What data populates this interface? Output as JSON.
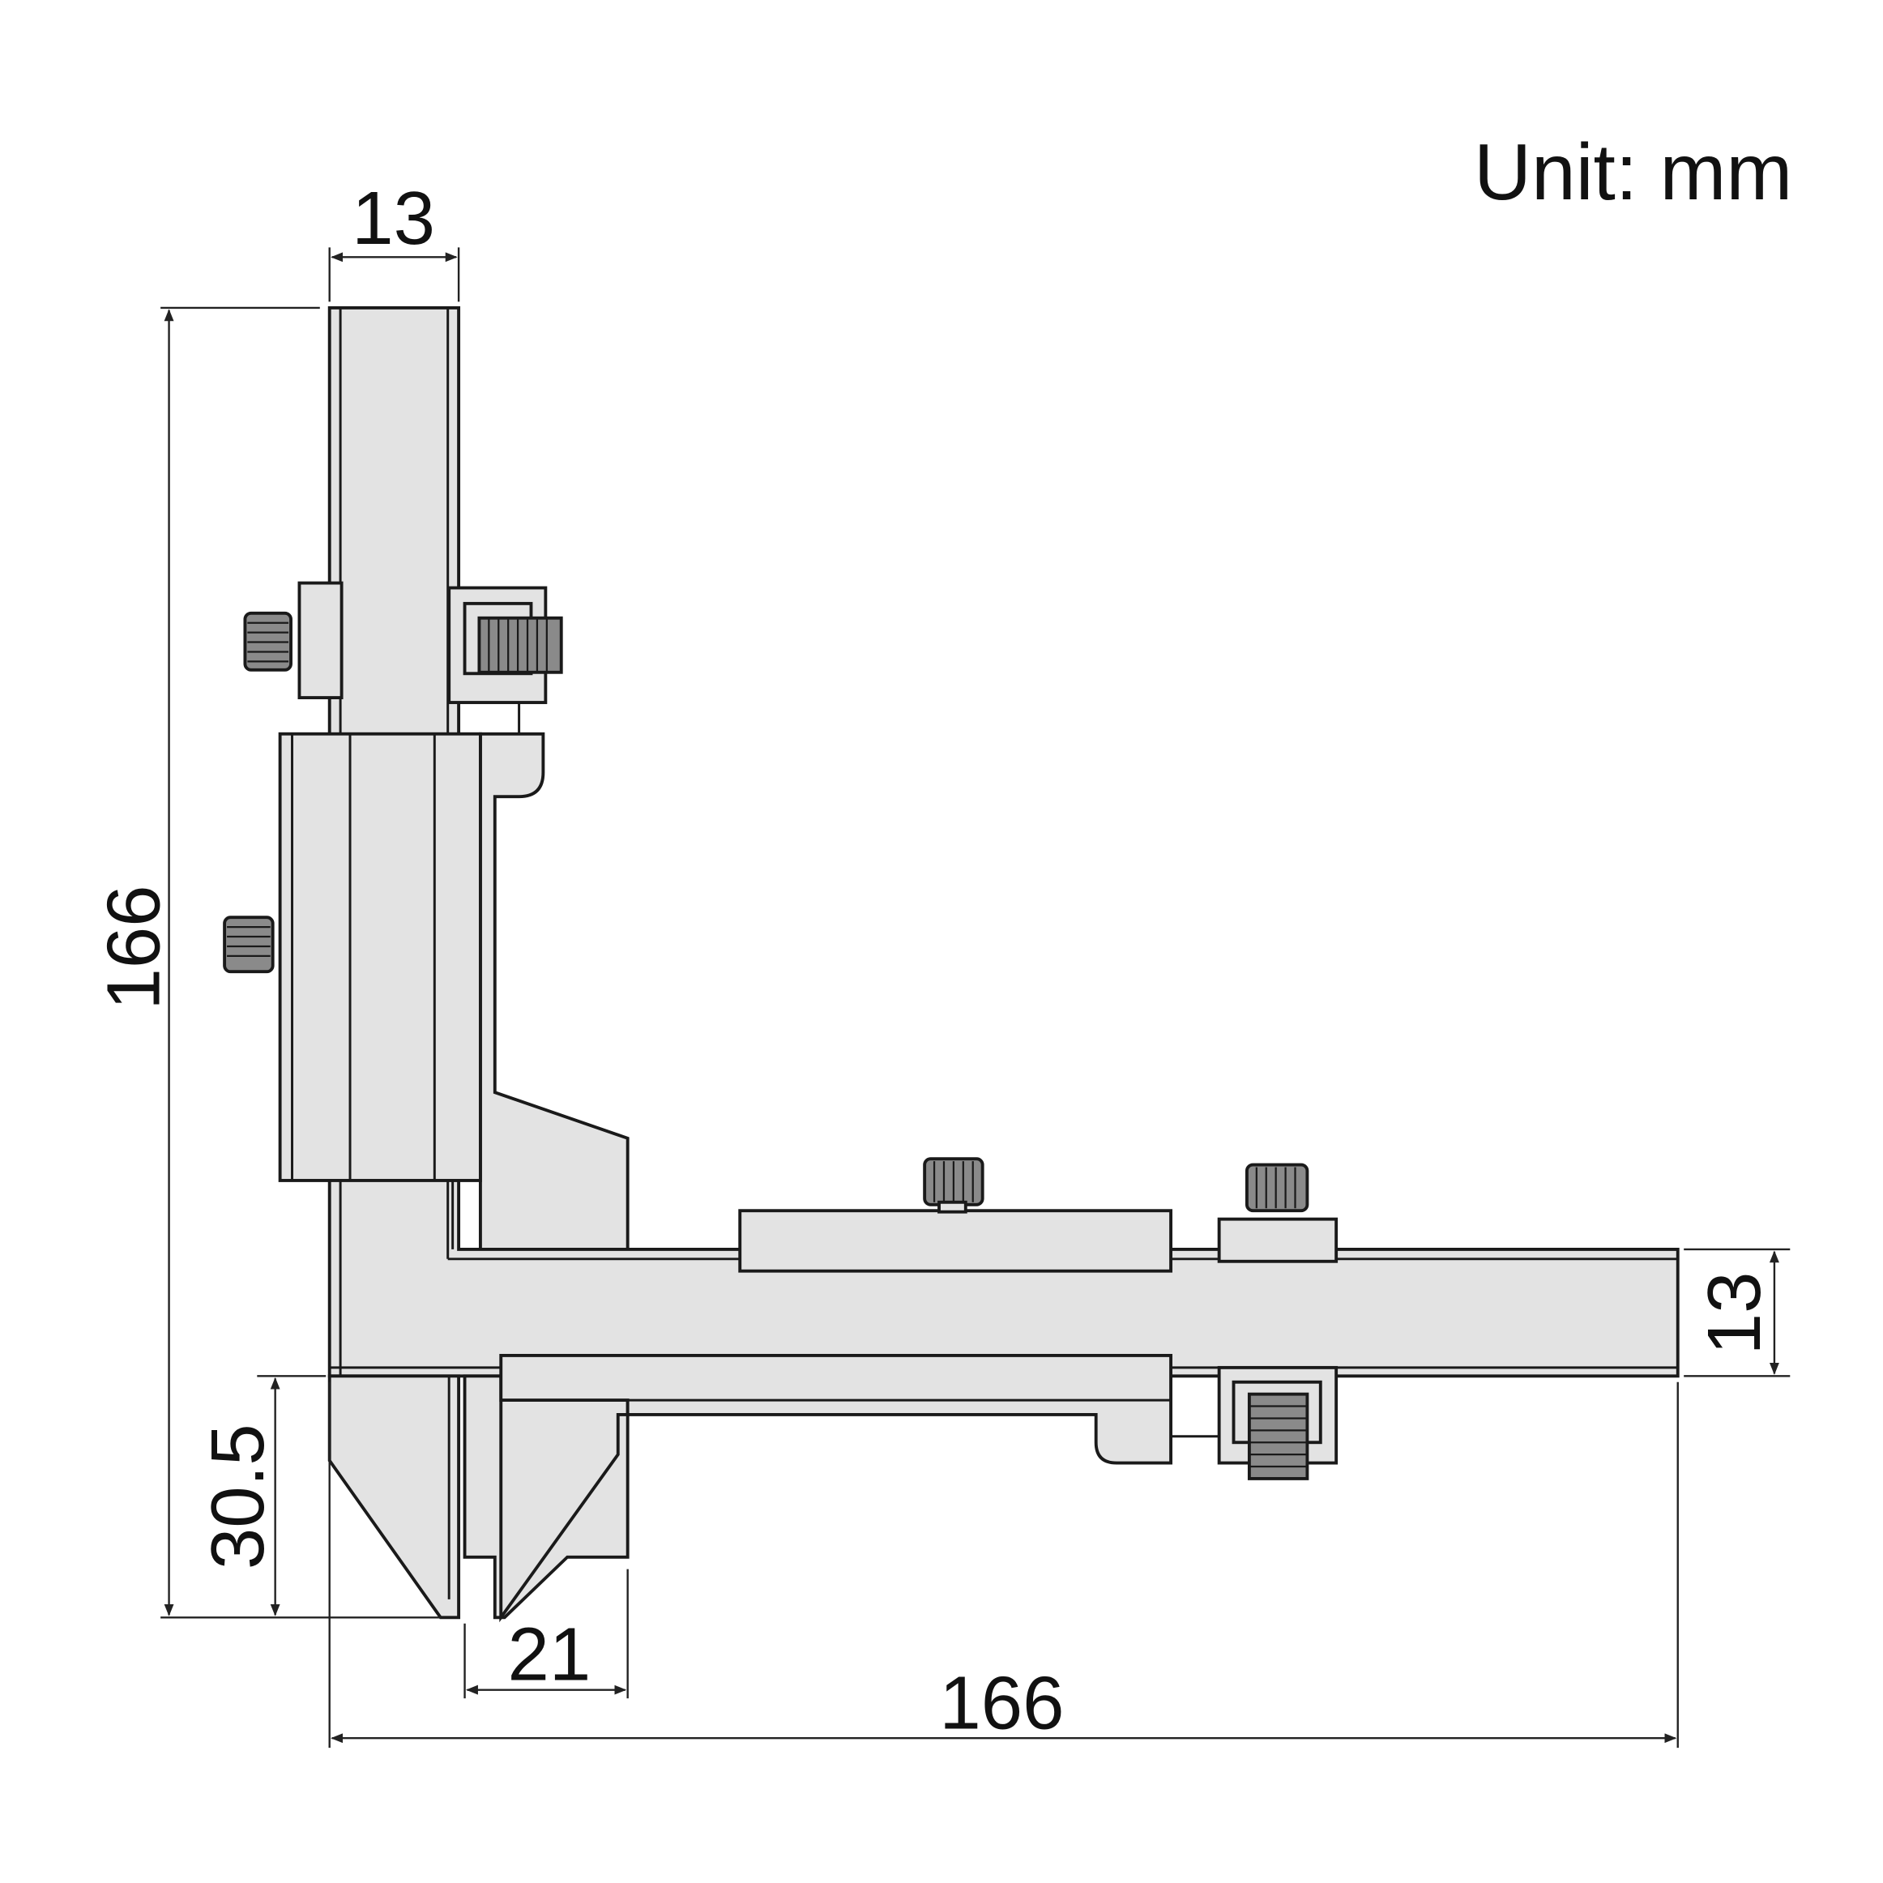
{
  "unit_label": "Unit: mm",
  "dimensions": {
    "top_width": "13",
    "total_height": "166",
    "jaw_depth": "30.5",
    "jaw_width": "21",
    "total_length": "166",
    "beam_height": "13"
  },
  "colors": {
    "body_fill": "#e3e3e3",
    "stroke": "#1a1a1a",
    "knob": "#8a8a8a"
  }
}
